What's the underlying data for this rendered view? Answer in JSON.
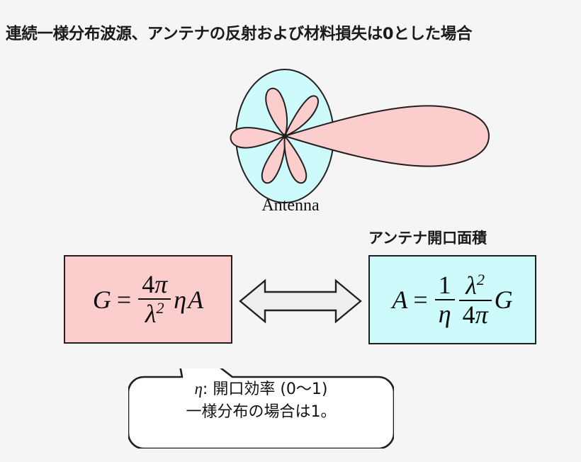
{
  "title": "連続一様分布波源、アンテナの反射および材料損失は0とした場合",
  "figure": {
    "antenna_label": "Antenna",
    "beam_region_color": "#cdfafa",
    "lobe_color": "#fbcdcd",
    "outline_color": "#231f20",
    "description": "antenna radiation pattern: one large main lobe pointing right plus five side lobes"
  },
  "gain_box": {
    "color": "#fbcdcd",
    "formula_plain": "G = 4π / λ² · ηA",
    "lhs": "G",
    "equals": "=",
    "numerator": "4",
    "numerator_symbol": "π",
    "denominator_symbol": "λ",
    "denominator_exponent": "2",
    "trailing_eta": "η",
    "trailing_a": "A"
  },
  "area_box": {
    "caption": "アンテナ開口面積",
    "color": "#cdfafa",
    "formula_plain": "A = 1/η · λ²/4π · G",
    "lhs": "A",
    "equals": "=",
    "frac1_num": "1",
    "frac1_den": "η",
    "frac2_num_symbol": "λ",
    "frac2_num_exponent": "2",
    "frac2_den_number": "4",
    "frac2_den_symbol": "π",
    "trailing_g": "G"
  },
  "arrow": {
    "name": "double-headed-arrow",
    "fill": "#eeeeee",
    "stroke": "#231f20"
  },
  "callout": {
    "line1_symbol": "η",
    "line1_rest": ": 開口効率 (0～1)",
    "line2": "一様分布の場合は1。",
    "fill": "#ffffff",
    "stroke": "#231f20"
  },
  "colors": {
    "background": "#f5f5f5",
    "pink": "#fbcdcd",
    "cyan": "#cdfafa",
    "ink": "#231f20"
  }
}
